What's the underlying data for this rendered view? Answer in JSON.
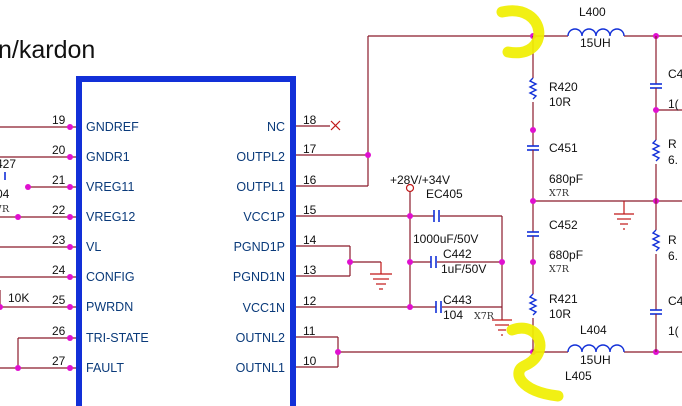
{
  "title": "n/kardon",
  "chip": {
    "left_pins": [
      {
        "num": "19",
        "label": "GNDREF"
      },
      {
        "num": "20",
        "label": "GNDR1"
      },
      {
        "num": "21",
        "label": "VREG11"
      },
      {
        "num": "22",
        "label": "VREG12"
      },
      {
        "num": "23",
        "label": "VL"
      },
      {
        "num": "24",
        "label": "CONFIG"
      },
      {
        "num": "25",
        "label": "PWRDN"
      },
      {
        "num": "26",
        "label": "TRI-STATE"
      },
      {
        "num": "27",
        "label": "FAULT"
      }
    ],
    "right_pins": [
      {
        "num": "18",
        "label": "NC"
      },
      {
        "num": "17",
        "label": "OUTPL2"
      },
      {
        "num": "16",
        "label": "OUTPL1"
      },
      {
        "num": "15",
        "label": "VCC1P"
      },
      {
        "num": "14",
        "label": "PGND1P"
      },
      {
        "num": "13",
        "label": "PGND1N"
      },
      {
        "num": "12",
        "label": "VCC1N"
      },
      {
        "num": "11",
        "label": "OUTNL2"
      },
      {
        "num": "10",
        "label": "OUTNL1"
      }
    ]
  },
  "left_edge": {
    "label_427": "427",
    "label_04": "04",
    "label_7r": "7R",
    "label_10k": "10K"
  },
  "supply": {
    "label": "+28V/+34V"
  },
  "components": {
    "ec405": {
      "ref": "EC405",
      "value": "1000uF/50V"
    },
    "c442": {
      "ref": "C442",
      "value": "1uF/50V"
    },
    "c443": {
      "ref": "C443",
      "value": "104",
      "dielectric": "X7R"
    },
    "l400": {
      "ref": "L400",
      "value": "15UH"
    },
    "l404": {
      "ref": "L404",
      "value": "15UH"
    },
    "l405": {
      "ref": "L405"
    },
    "r420": {
      "ref": "R420",
      "value": "10R"
    },
    "c451": {
      "ref": "C451",
      "value": "680pF",
      "dielectric": "X7R"
    },
    "c452": {
      "ref": "C452",
      "value": "680pF",
      "dielectric": "X7R"
    },
    "r421": {
      "ref": "R421",
      "value": "10R"
    }
  },
  "right_edge": {
    "c_top": "C4",
    "r_top": "R",
    "r_top_val": "6.",
    "r_bot": "R",
    "r_bot_val": "6.",
    "c_bot": "C4",
    "c_bot_val": "1(",
    "c_top_val": "1("
  }
}
